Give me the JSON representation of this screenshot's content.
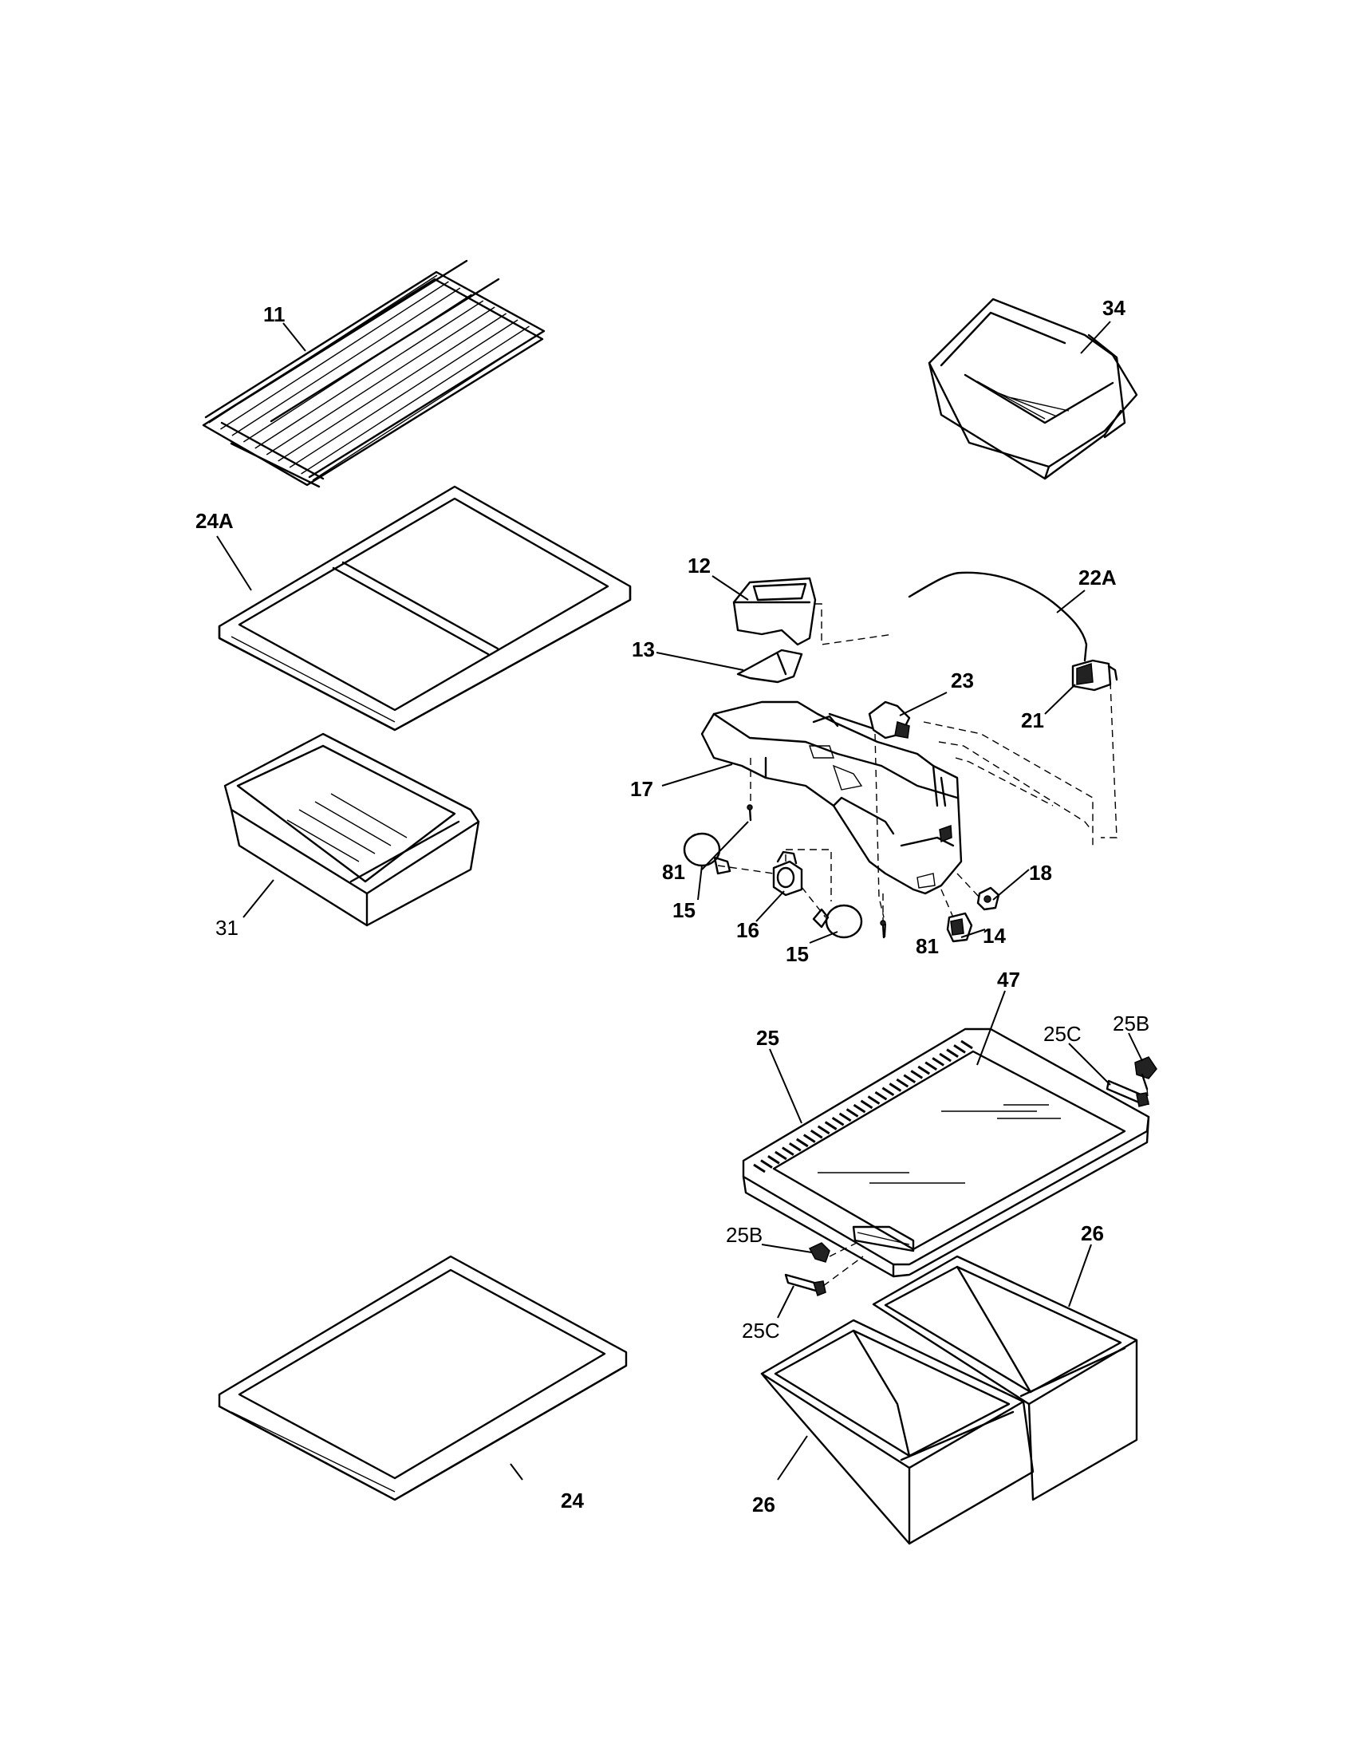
{
  "labels": {
    "p11": "11",
    "p34": "34",
    "p24A": "24A",
    "p12": "12",
    "p22A": "22A",
    "p13": "13",
    "p23": "23",
    "p21": "21",
    "p17": "17",
    "p81a": "81",
    "p18": "18",
    "p15a": "15",
    "p16": "16",
    "p14": "14",
    "p15b": "15",
    "p81b": "81",
    "p31": "31",
    "p47": "47",
    "p25B_top": "25B",
    "p25C_top": "25C",
    "p25": "25",
    "p25B_bot": "25B",
    "p26_top": "26",
    "p25C_bot": "25C",
    "p24": "24",
    "p26_bot": "26"
  }
}
